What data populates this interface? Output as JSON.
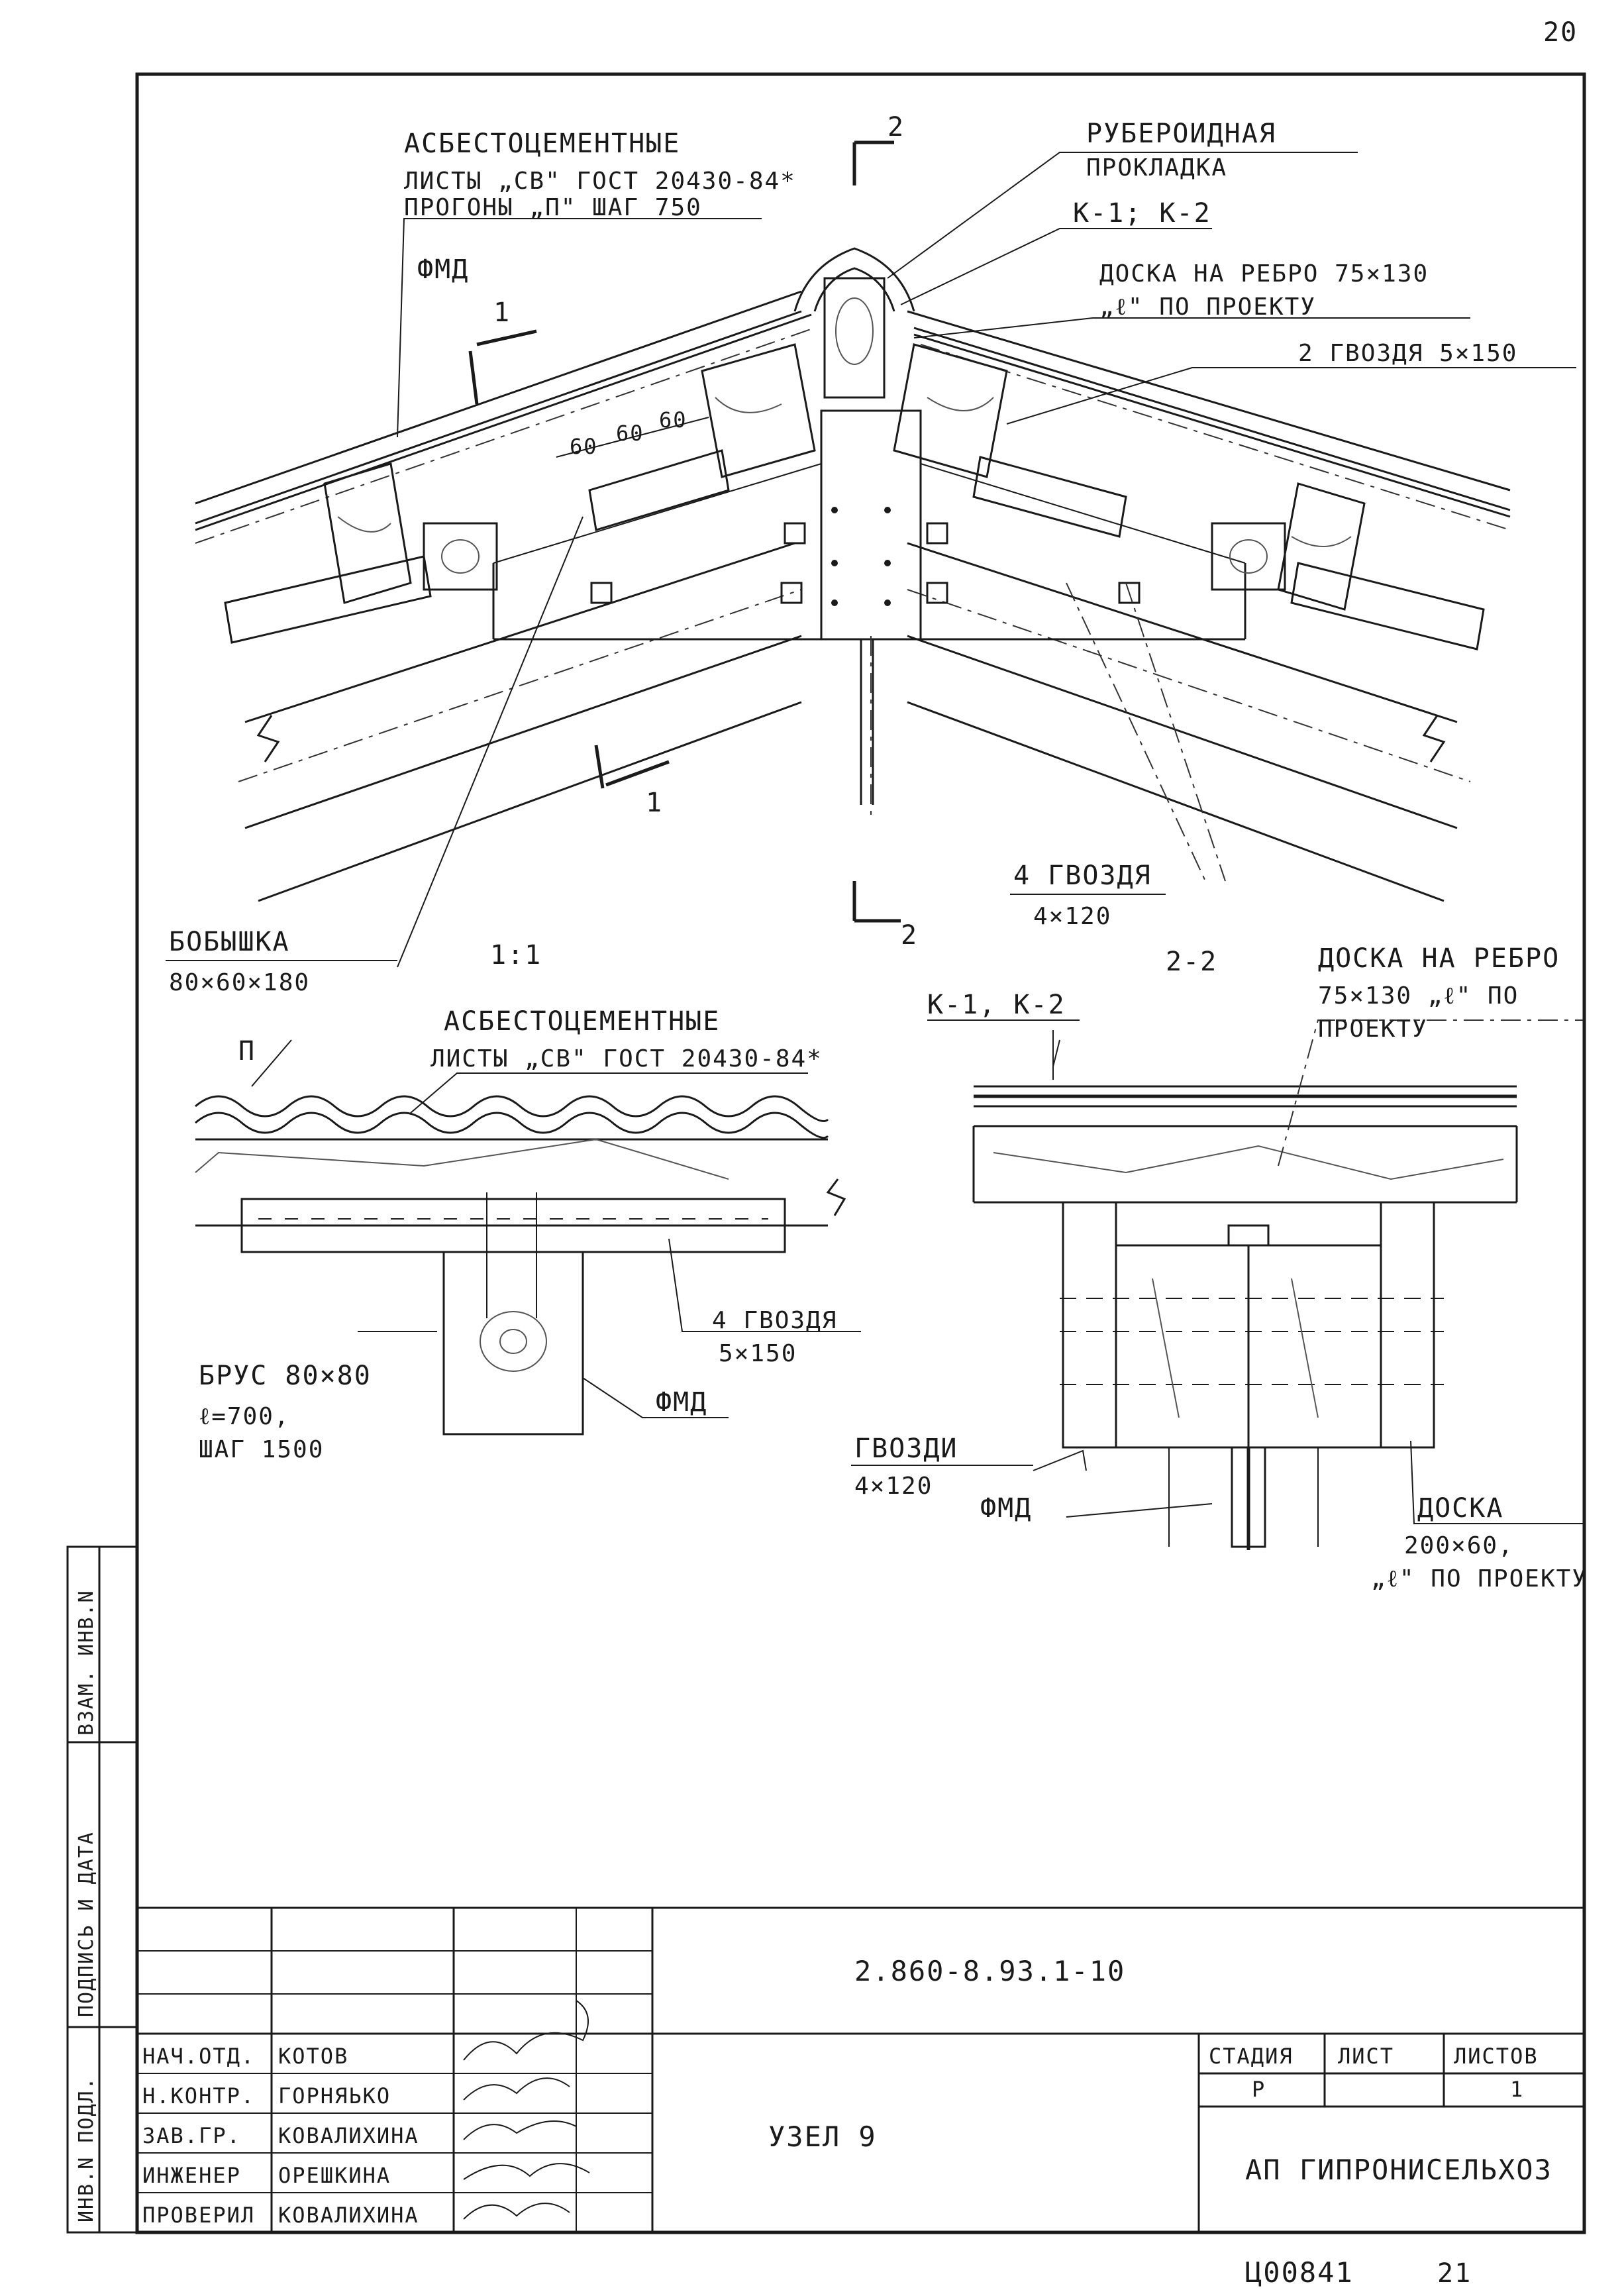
{
  "sheet_number": "20",
  "main_view": {
    "label_asbestos": [
      "АСБЕСТОЦЕМЕНТНЫЕ",
      "ЛИСТЫ „СВ\" ГОСТ 20430-84*",
      "ПРОГОНЫ „П\" ШАГ 750"
    ],
    "label_fmd": "ФМД",
    "label_roofing": [
      "РУБЕРОИДНАЯ",
      "ПРОКЛАДКА"
    ],
    "label_k": "К-1; К-2",
    "label_board": [
      "ДОСКА НА РЕБРО 75×130",
      "„ℓ\" ПО ПРОЕКТУ"
    ],
    "label_nails_top": "2 ГВОЗДЯ 5×150",
    "dims": [
      "60",
      "60",
      "60"
    ],
    "section_mark_2": "2",
    "section_mark_1": "1",
    "label_nails_4": [
      "4 ГВОЗДЯ",
      "4×120"
    ],
    "label_boss": [
      "БОБЫШКА",
      "80×60×180"
    ]
  },
  "section_1": {
    "title": "1:1",
    "label_asbestos": [
      "АСБЕСТОЦЕМЕНТНЫЕ",
      "ЛИСТЫ „СВ\" ГОСТ 20430-84*"
    ],
    "label_p": "П",
    "label_nails": [
      "4 ГВОЗДЯ",
      "5×150"
    ],
    "label_beam": [
      "БРУС 80×80",
      "ℓ=700,",
      "ШАГ 1500"
    ],
    "label_fmd": "ФМД"
  },
  "section_2": {
    "title": "2-2",
    "label_k": "К-1, К-2",
    "label_board": [
      "ДОСКА НА РЕБРО",
      "75×130  „ℓ\" ПО",
      "ПРОЕКТУ"
    ],
    "label_nails": [
      "ГВОЗДИ",
      "4×120"
    ],
    "label_fmd": "ФМД",
    "label_plank": [
      "ДОСКА",
      "200×60,",
      "„ℓ\" ПО ПРОЕКТУ"
    ]
  },
  "side_stamp": {
    "col1": "ИНВ.N ПОДЛ.",
    "col2": "ПОДПИСЬ И ДАТА",
    "col3": "ВЗАМ. ИНВ.N"
  },
  "title_block": {
    "doc_code": "2.860-8.93.1-10",
    "node_title": "УЗЕЛ 9",
    "org": "АП ГИПРОНИСЕЛЬХОЗ",
    "stage_header": "СТАДИЯ",
    "sheet_header": "ЛИСТ",
    "sheets_header": "ЛИСТОВ",
    "stage_value": "Р",
    "sheets_value": "1",
    "people": [
      {
        "role": "НАЧ.ОТД.",
        "name": "КОТОВ"
      },
      {
        "role": "Н.КОНТР.",
        "name": "ГОРНЯЬКО"
      },
      {
        "role": "ЗАВ.ГР.",
        "name": "КОВАЛИХИНА"
      },
      {
        "role": "ИНЖЕНЕР",
        "name": "ОРЕШКИНА"
      },
      {
        "role": "ПРОВЕРИЛ",
        "name": "КОВАЛИХИНА"
      }
    ]
  },
  "footer": {
    "inventory": "Ц00841",
    "page": "21"
  }
}
